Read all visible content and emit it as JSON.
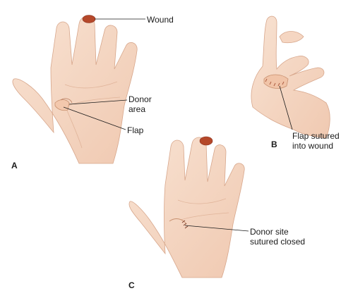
{
  "labels": {
    "wound": "Wound",
    "donor_area_line1": "Donor",
    "donor_area_line2": "area",
    "flap": "Flap",
    "flap_sutured_line1": "Flap sutured",
    "flap_sutured_line2": "into wound",
    "donor_site_line1": "Donor site",
    "donor_site_line2": "sutured closed"
  },
  "panels": {
    "a": "A",
    "b": "B",
    "c": "C"
  },
  "colors": {
    "skin": "#f6d9c6",
    "skin_shadow": "#e3b59b",
    "outline": "#c99478",
    "wound": "#b5482a",
    "leader_line": "#1a1a1a"
  }
}
